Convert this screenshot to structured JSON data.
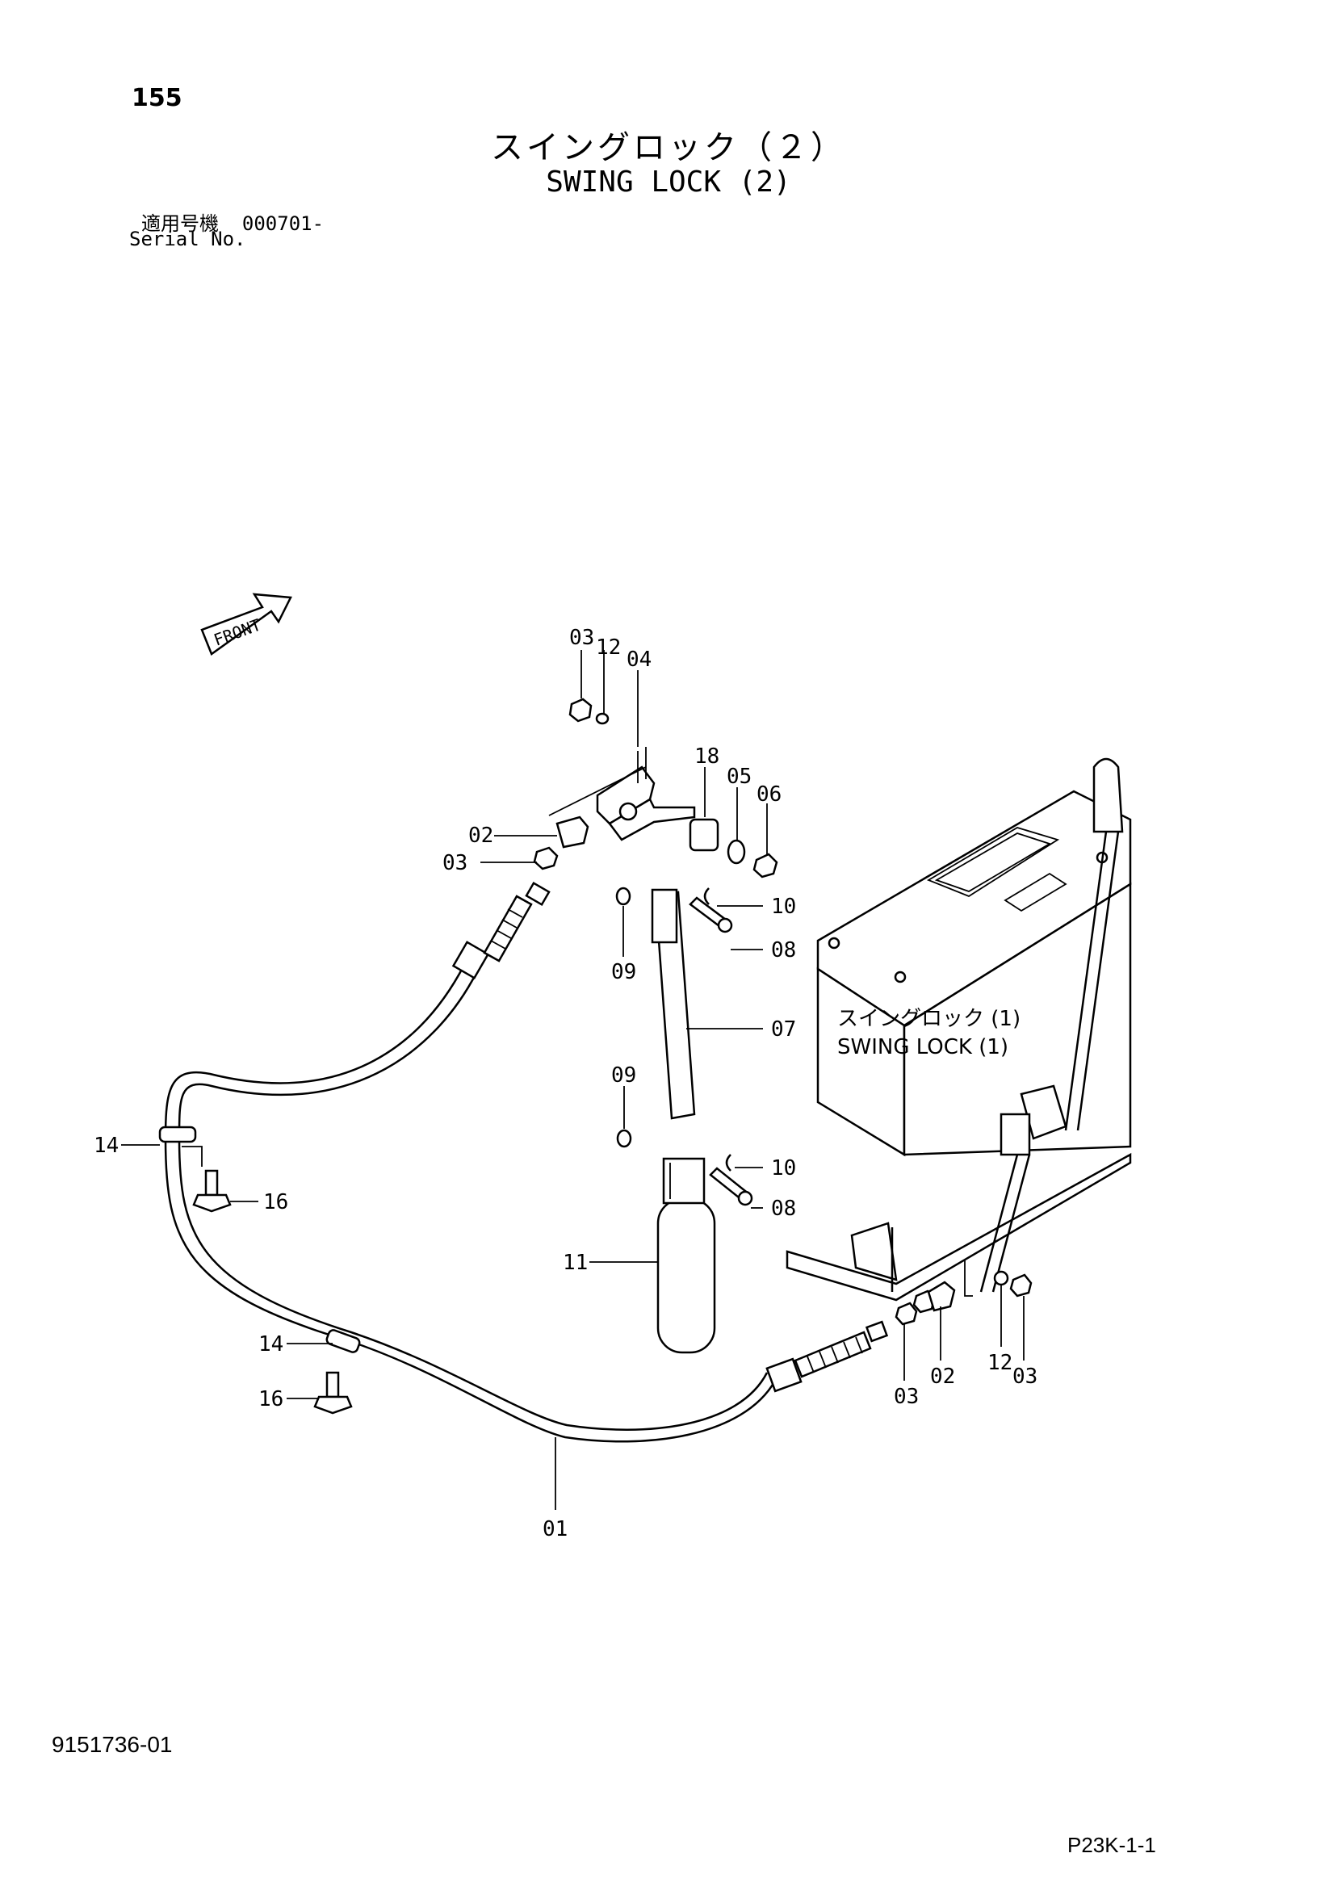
{
  "page_number": "155",
  "title_jp": "スイングロック（２）",
  "title_en": "SWING LOCK (2)",
  "serial_label_jp": "適用号機",
  "serial_value": "000701-",
  "serial_label_en": "Serial No.",
  "front_label": "FRONT",
  "reference_note": {
    "jp": "スイングロック (1)",
    "en": "SWING LOCK (1)"
  },
  "callouts": {
    "c01": "01",
    "c02_left": "02",
    "c02_right": "02",
    "c03_top": "03",
    "c03_left": "03",
    "c03_bottom_a": "03",
    "c03_bottom_b": "03",
    "c04": "04",
    "c05": "05",
    "c06": "06",
    "c07": "07",
    "c08_top": "08",
    "c08_bottom": "08",
    "c09_top": "09",
    "c09_bottom": "09",
    "c10_top": "10",
    "c10_bottom": "10",
    "c11": "11",
    "c12_top": "12",
    "c12_bottom": "12",
    "c14_top": "14",
    "c14_bottom": "14",
    "c16_top": "16",
    "c16_bottom": "16",
    "c18": "18"
  },
  "document_number": "9151736-01",
  "page_code": "P23K-1-1"
}
